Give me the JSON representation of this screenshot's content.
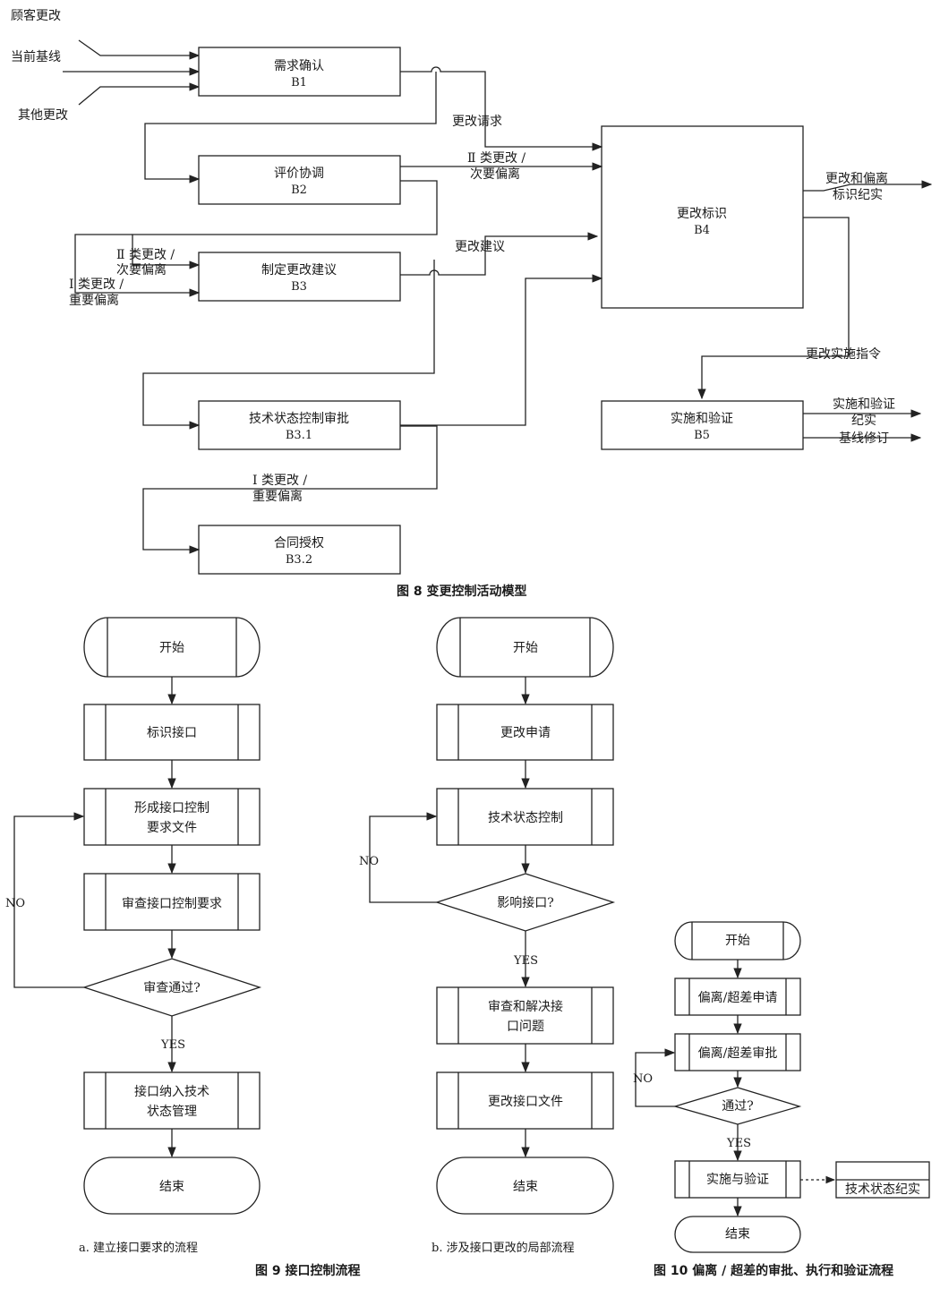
{
  "fig8": {
    "caption": "图 8  变更控制活动模型",
    "inputs": {
      "customer_change": "顾客更改",
      "current_baseline": "当前基线",
      "other_change": "其他更改"
    },
    "b1": {
      "title": "需求确认",
      "code": "B1"
    },
    "b2": {
      "title": "评价协调",
      "code": "B2"
    },
    "b3": {
      "title": "制定更改建议",
      "code": "B3"
    },
    "b31": {
      "title": "技术状态控制审批",
      "code": "B3.1"
    },
    "b32": {
      "title": "合同授权",
      "code": "B3.2"
    },
    "b4": {
      "title": "更改标识",
      "code": "B4"
    },
    "b5": {
      "title": "实施和验证",
      "code": "B5"
    },
    "labels": {
      "change_request": "更改请求",
      "class2_b2_l1": "Ⅱ 类更改 /",
      "class2_b2_l2": "次要偏离",
      "class2_b3_l1": "Ⅱ 类更改 /",
      "class2_b3_l2": "次要偏离",
      "class1_b3_l1": "Ⅰ 类更改 /",
      "class1_b3_l2": "重要偏离",
      "change_proposal": "更改建议",
      "change_record_l1": "更改和偏离",
      "change_record_l2": "标识纪实",
      "change_order": "更改实施指令",
      "impl_record_l1": "实施和验证",
      "impl_record_l2": "纪实",
      "baseline_revise": "基线修订",
      "class1_b32_l1": "Ⅰ 类更改 /",
      "class1_b32_l2": "重要偏离"
    }
  },
  "fig9": {
    "caption": "图 9  接口控制流程",
    "a": {
      "caption": "a.   建立接口要求的流程",
      "start": "开始",
      "step1": "标识接口",
      "step2_l1": "形成接口控制",
      "step2_l2": "要求文件",
      "step3": "审查接口控制要求",
      "decision": "审查通过?",
      "no": "NO",
      "yes": "YES",
      "step4_l1": "接口纳入技术",
      "step4_l2": "状态管理",
      "end": "结束"
    },
    "b": {
      "caption": "b.   涉及接口更改的局部流程",
      "start": "开始",
      "step1": "更改申请",
      "step2": "技术状态控制",
      "decision": "影响接口?",
      "no": "NO",
      "yes": "YES",
      "step3_l1": "审查和解决接",
      "step3_l2": "口问题",
      "step4": "更改接口文件",
      "end": "结束"
    }
  },
  "fig10": {
    "caption": "图 10  偏离 / 超差的审批、执行和验证流程",
    "start": "开始",
    "step1": "偏离/超差申请",
    "step2": "偏离/超差审批",
    "decision": "通过?",
    "no": "NO",
    "yes": "YES",
    "step3": "实施与验证",
    "record": "技术状态纪实",
    "end": "结束"
  }
}
